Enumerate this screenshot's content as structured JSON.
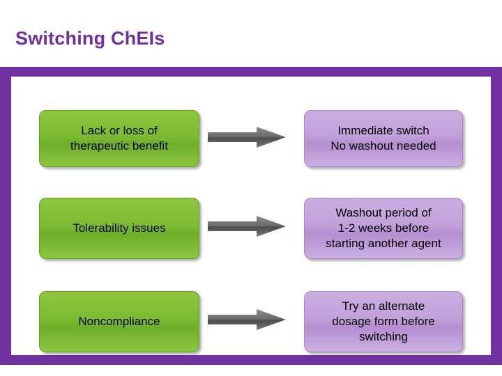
{
  "slide": {
    "title": "Switching ChEIs",
    "title_color": "#7030a0",
    "frame_color": "#7030a0"
  },
  "rows": [
    {
      "reason": "Lack or loss of\ntherapeutic benefit",
      "reason_line1": "Lack or loss of",
      "reason_line2": "therapeutic benefit",
      "arrow_name": "arrow-right-icon",
      "action_line1": "Immediate switch",
      "action_line2": "No washout needed",
      "action_line3": ""
    },
    {
      "reason_line1": "Tolerability issues",
      "reason_line2": "",
      "arrow_name": "arrow-right-icon",
      "action_line1": "Washout period of",
      "action_line2": "1-2 weeks before",
      "action_line3": "starting another agent"
    },
    {
      "reason_line1": "Noncompliance",
      "reason_line2": "",
      "arrow_name": "arrow-right-icon",
      "action_line1": "Try an alternate",
      "action_line2": "dosage form before",
      "action_line3": "switching"
    }
  ],
  "colors": {
    "reason_box": "#8ec63f",
    "action_box": "#c2a1da",
    "arrow": "#595959"
  }
}
